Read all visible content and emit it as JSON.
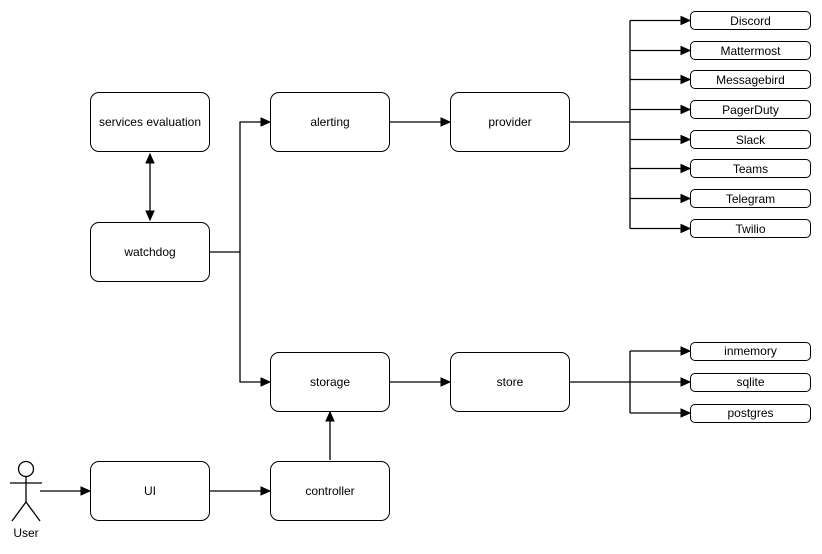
{
  "diagram": {
    "background_color": "#ffffff",
    "stroke_color": "#000000",
    "node_fill_color": "#ffffff",
    "text_color": "#000000",
    "nodes": {
      "services_evaluation": "services evaluation",
      "watchdog": "watchdog",
      "alerting": "alerting",
      "provider": "provider",
      "storage": "storage",
      "store": "store",
      "ui": "UI",
      "controller": "controller"
    },
    "actor_label": "User",
    "provider_targets": [
      "Discord",
      "Mattermost",
      "Messagebird",
      "PagerDuty",
      "Slack",
      "Teams",
      "Telegram",
      "Twilio"
    ],
    "store_targets": [
      "inmemory",
      "sqlite",
      "postgres"
    ]
  }
}
